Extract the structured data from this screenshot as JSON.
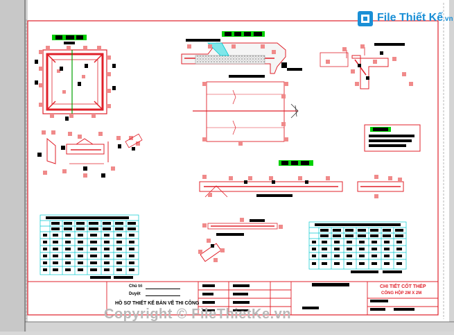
{
  "brand": {
    "logo_text": "File",
    "logo_text_2": "Thiết Kế",
    "logo_tld": ".vn",
    "accent": "#1a8fd6"
  },
  "watermark": {
    "text": "Copyright © FileThietKe.vn"
  },
  "title_block": {
    "signature_label_1": "Chủ trì",
    "signature_label_2": "Duyệt",
    "project_title": "HỒ SƠ THIẾT KẾ BẢN VẼ THI CÔNG",
    "sheet_title_line1": "CHI TIẾT CỐT THÉP",
    "sheet_title_line2": "CỐNG HỘP 2M X 2M"
  },
  "colors": {
    "sheet_bg": "#ffffff",
    "frame_red": "#e0202a",
    "label_green": "#00d000",
    "tag_pink": "#f08a8a",
    "table_cyan": "#00c8d0",
    "hatch_black": "#000000"
  }
}
